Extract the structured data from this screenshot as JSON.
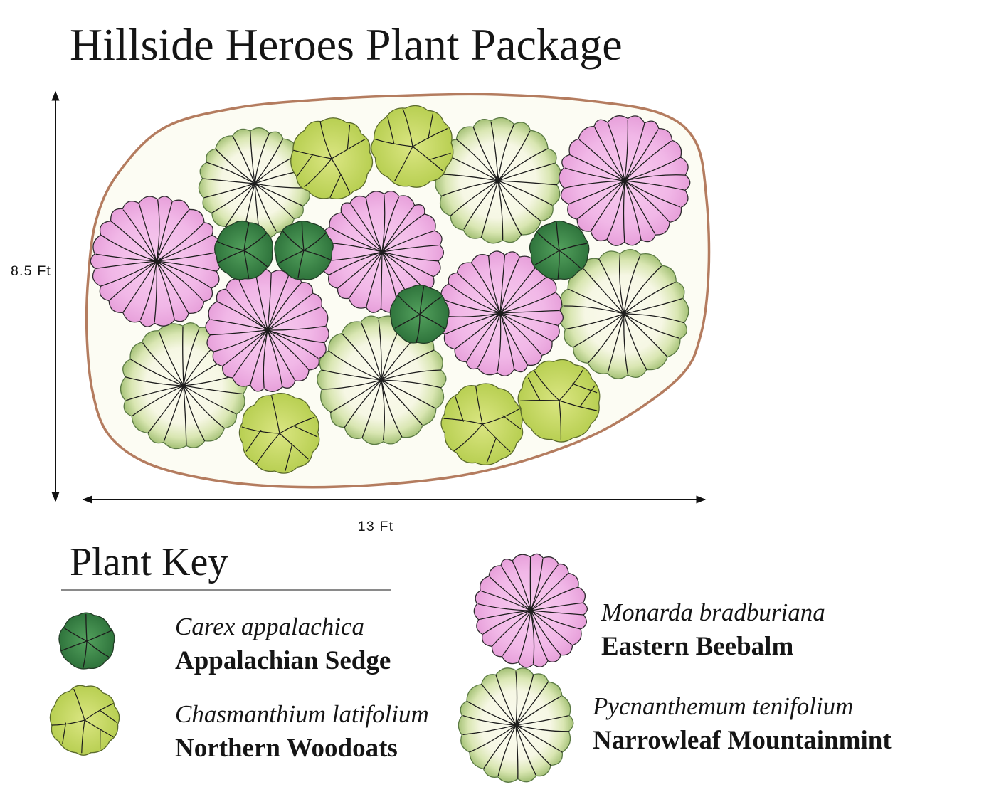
{
  "title": "Hillside Heroes Plant Package",
  "dimensions": {
    "height_label": "8.5 Ft",
    "width_label": "13 Ft"
  },
  "colors": {
    "bed_outline": "#b47c5f",
    "bed_fill": "#fcfcf3",
    "arrow": "#111111",
    "plant_lines": "#1c1c1c"
  },
  "key": {
    "heading": "Plant Key",
    "items": [
      {
        "scientific": "Carex appalachica",
        "common": "Appalachian Sedge",
        "icon": "sedge-icon",
        "fill_colors": [
          "#54a25e",
          "#2f743c"
        ],
        "outline_color": "#233d27"
      },
      {
        "scientific": "Chasmanthium latifolium",
        "common": "Northern Woodoats",
        "icon": "woodoats-icon",
        "fill_colors": [
          "#dbe683",
          "#b8cf52"
        ],
        "outline_color": "#5a6a2c"
      },
      {
        "scientific": "Monarda bradburiana",
        "common": "Eastern Beebalm",
        "icon": "beebalm-icon",
        "fill_colors": [
          "#f7cdef",
          "#f1b7e7",
          "#e7a0da"
        ],
        "outline_color": "#2e2a2e"
      },
      {
        "scientific": "Pycnanthemum tenifolium",
        "common": "Narrowleaf Mountainmint",
        "icon": "mountainmint-icon",
        "fill_colors": [
          "#fbfbef",
          "#f6f7e4",
          "#d9e6b2",
          "#a6c278"
        ],
        "outline_color": "#5b7a44"
      }
    ]
  }
}
